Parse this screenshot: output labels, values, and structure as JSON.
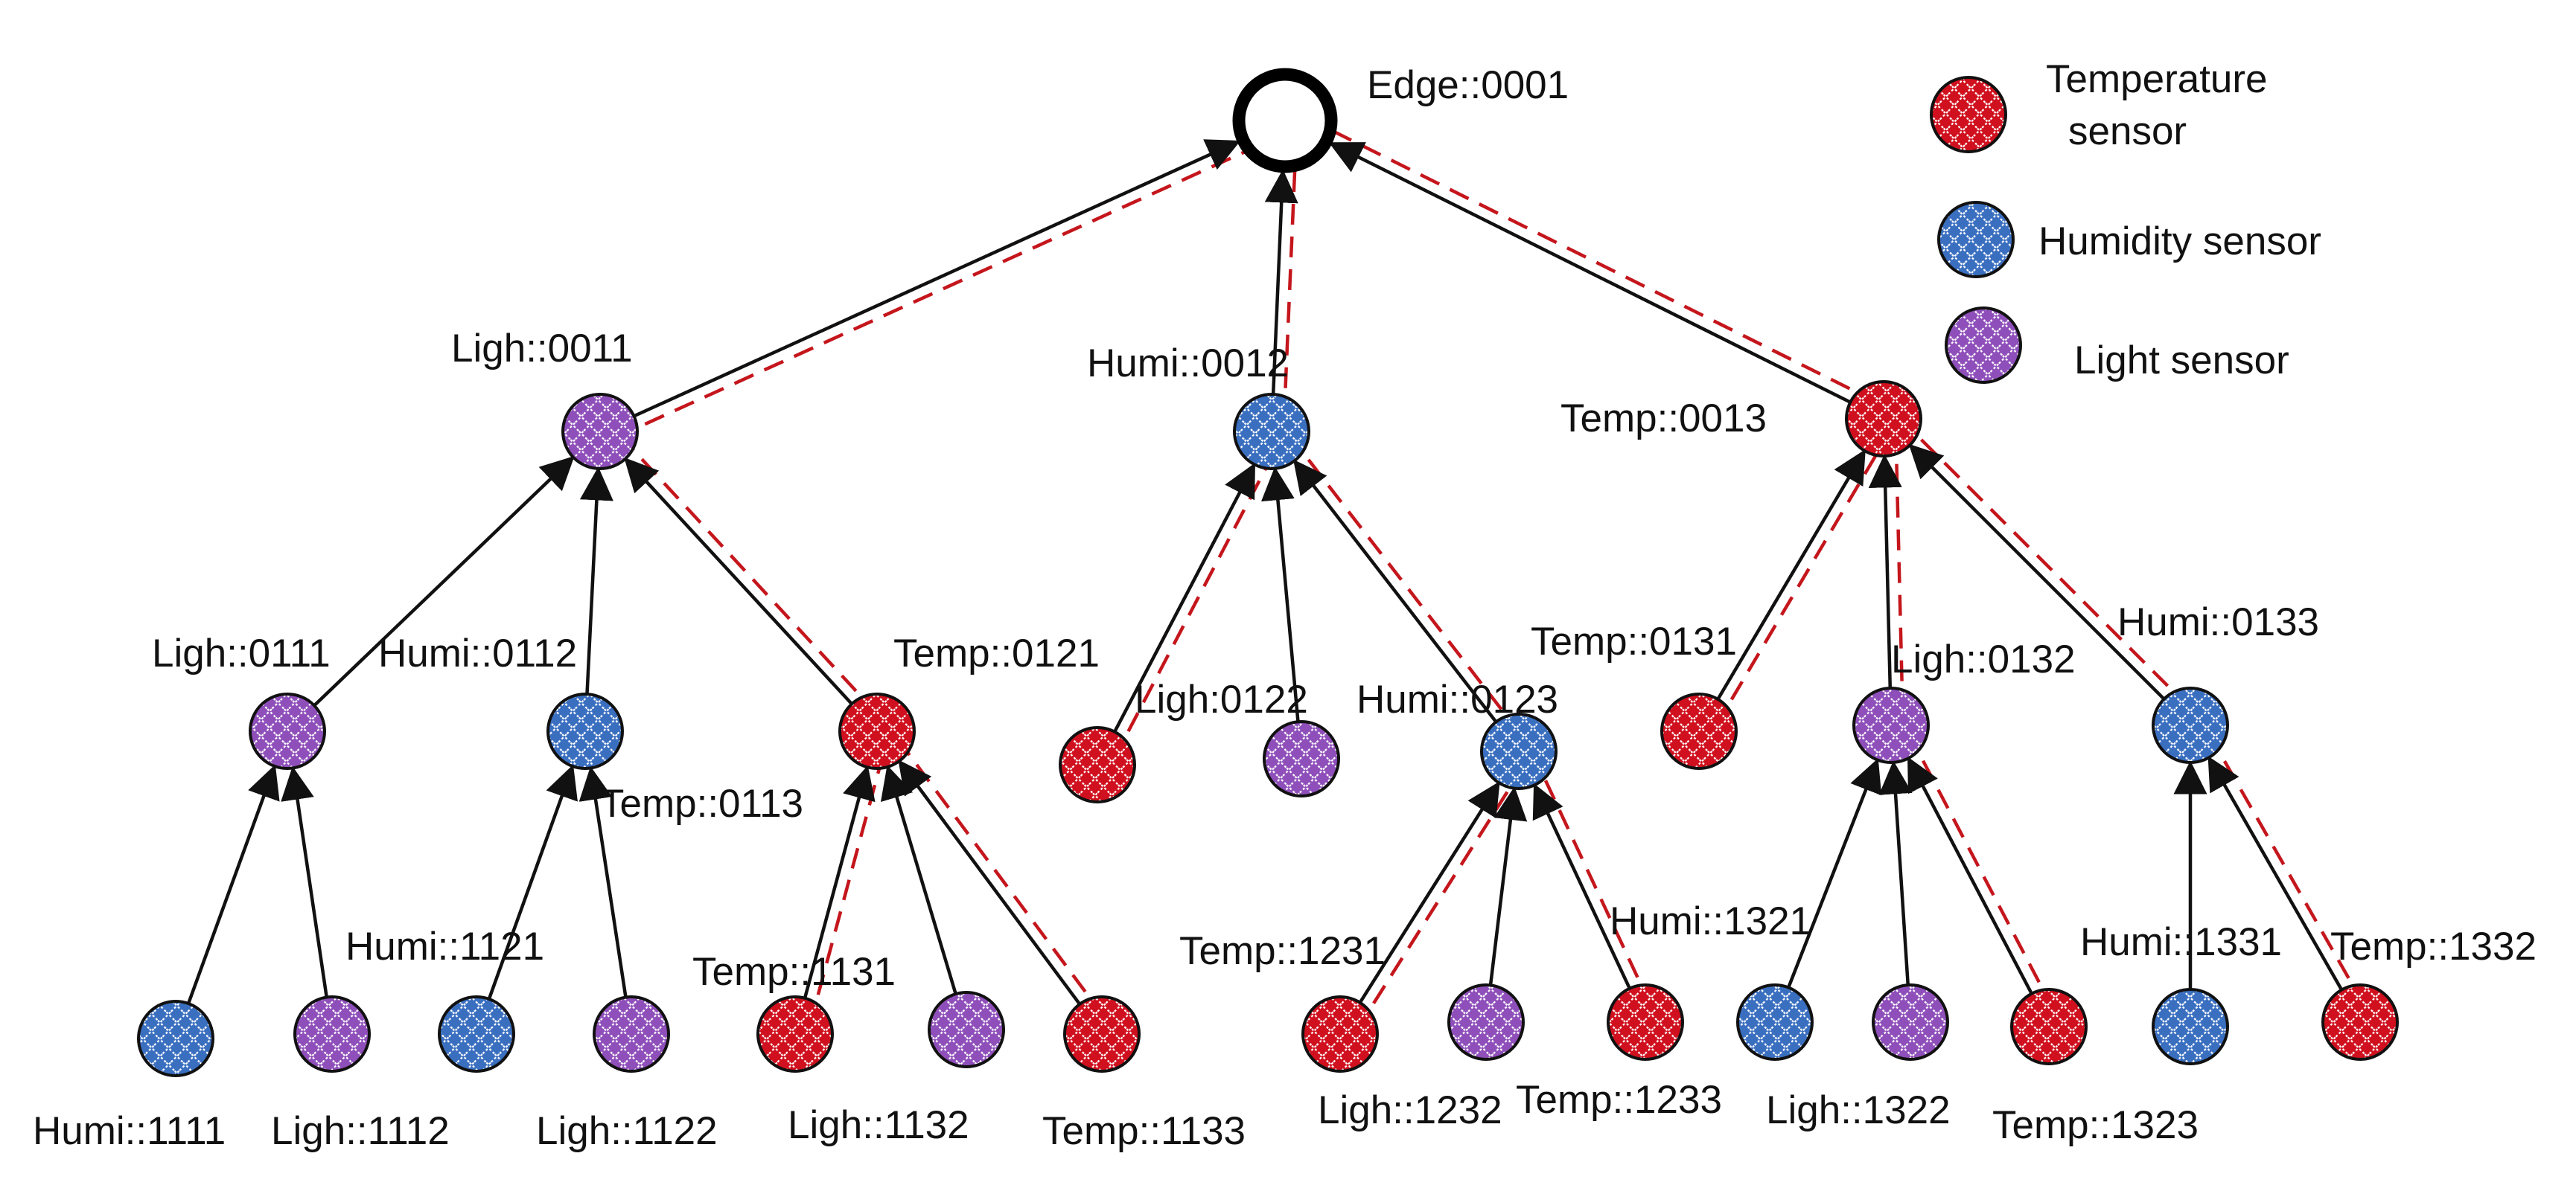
{
  "diagram": {
    "root": {
      "id": "edge",
      "label": "Edge::0001"
    },
    "legend": [
      {
        "id": "temp",
        "label_lines": [
          "Temperature",
          "sensor"
        ],
        "color": "#d0101e"
      },
      {
        "id": "humi",
        "label_lines": [
          "Humidity sensor"
        ],
        "color": "#3a6fc0"
      },
      {
        "id": "ligh",
        "label_lines": [
          "Light sensor"
        ],
        "color": "#8f4fba"
      }
    ],
    "nodes": [
      {
        "id": "n0011",
        "label": "Ligh::0011",
        "type": "ligh",
        "parent": "edge"
      },
      {
        "id": "n0012",
        "label": "Humi::0012",
        "type": "humi",
        "parent": "edge"
      },
      {
        "id": "n0013",
        "label": "Temp::0013",
        "type": "temp",
        "parent": "edge"
      },
      {
        "id": "n0111",
        "label": "Ligh::0111",
        "type": "ligh",
        "parent": "n0011"
      },
      {
        "id": "n0112",
        "label": "Humi::0112",
        "type": "humi",
        "parent": "n0011"
      },
      {
        "id": "n0121",
        "label": "Temp::0121",
        "type": "temp",
        "parent": "n0011"
      },
      {
        "id": "n0113",
        "label": "Temp::0113",
        "type": "temp",
        "parent": "n0012"
      },
      {
        "id": "n0122",
        "label": "Ligh:0122",
        "type": "ligh",
        "parent": "n0012"
      },
      {
        "id": "n0123",
        "label": "Humi::0123",
        "type": "humi",
        "parent": "n0012"
      },
      {
        "id": "n0131",
        "label": "Temp::0131",
        "type": "temp",
        "parent": "n0013"
      },
      {
        "id": "n0132",
        "label": "Ligh::0132",
        "type": "ligh",
        "parent": "n0013"
      },
      {
        "id": "n0133",
        "label": "Humi::0133",
        "type": "humi",
        "parent": "n0013"
      },
      {
        "id": "n1111",
        "label": "Humi::1111",
        "type": "humi",
        "parent": "n0111"
      },
      {
        "id": "n1112",
        "label": "Ligh::1112",
        "type": "ligh",
        "parent": "n0111"
      },
      {
        "id": "n1121",
        "label": "Humi::1121",
        "type": "humi",
        "parent": "n0112"
      },
      {
        "id": "n1122",
        "label": "Ligh::1122",
        "type": "ligh",
        "parent": "n0112"
      },
      {
        "id": "n1131",
        "label": "Temp::1131",
        "type": "temp",
        "parent": "n0121"
      },
      {
        "id": "n1132",
        "label": "Ligh::1132",
        "type": "ligh",
        "parent": "n0121"
      },
      {
        "id": "n1133",
        "label": "Temp::1133",
        "type": "temp",
        "parent": "n0121"
      },
      {
        "id": "n1231",
        "label": "Temp::1231",
        "type": "temp",
        "parent": "n0123"
      },
      {
        "id": "n1232",
        "label": "Ligh::1232",
        "type": "ligh",
        "parent": "n0123"
      },
      {
        "id": "n1233",
        "label": "Temp::1233",
        "type": "temp",
        "parent": "n0123"
      },
      {
        "id": "n1321",
        "label": "Humi::1321",
        "type": "humi",
        "parent": "n0132"
      },
      {
        "id": "n1322",
        "label": "Ligh::1322",
        "type": "ligh",
        "parent": "n0132"
      },
      {
        "id": "n1323",
        "label": "Temp::1323",
        "type": "temp",
        "parent": "n0132"
      },
      {
        "id": "n1331",
        "label": "Humi::1331",
        "type": "humi",
        "parent": "n0133"
      },
      {
        "id": "n1332",
        "label": "Temp::1332",
        "type": "temp",
        "parent": "n0133"
      }
    ],
    "highlighted_path_edges": [
      "n0011-edge",
      "n0012-edge",
      "n0013-edge",
      "n0121-n0011",
      "n1131-n0121",
      "n1133-n0121",
      "n0113-n0012",
      "n0123-n0012",
      "n1231-n0123",
      "n1233-n0123",
      "n0131-n0013",
      "n0132-n0013",
      "n0133-n0013",
      "n1323-n0132",
      "n1332-n0133"
    ],
    "colors": {
      "edge_line": "#111111",
      "path_line": "#c4161c",
      "root_stroke": "#000000"
    }
  }
}
